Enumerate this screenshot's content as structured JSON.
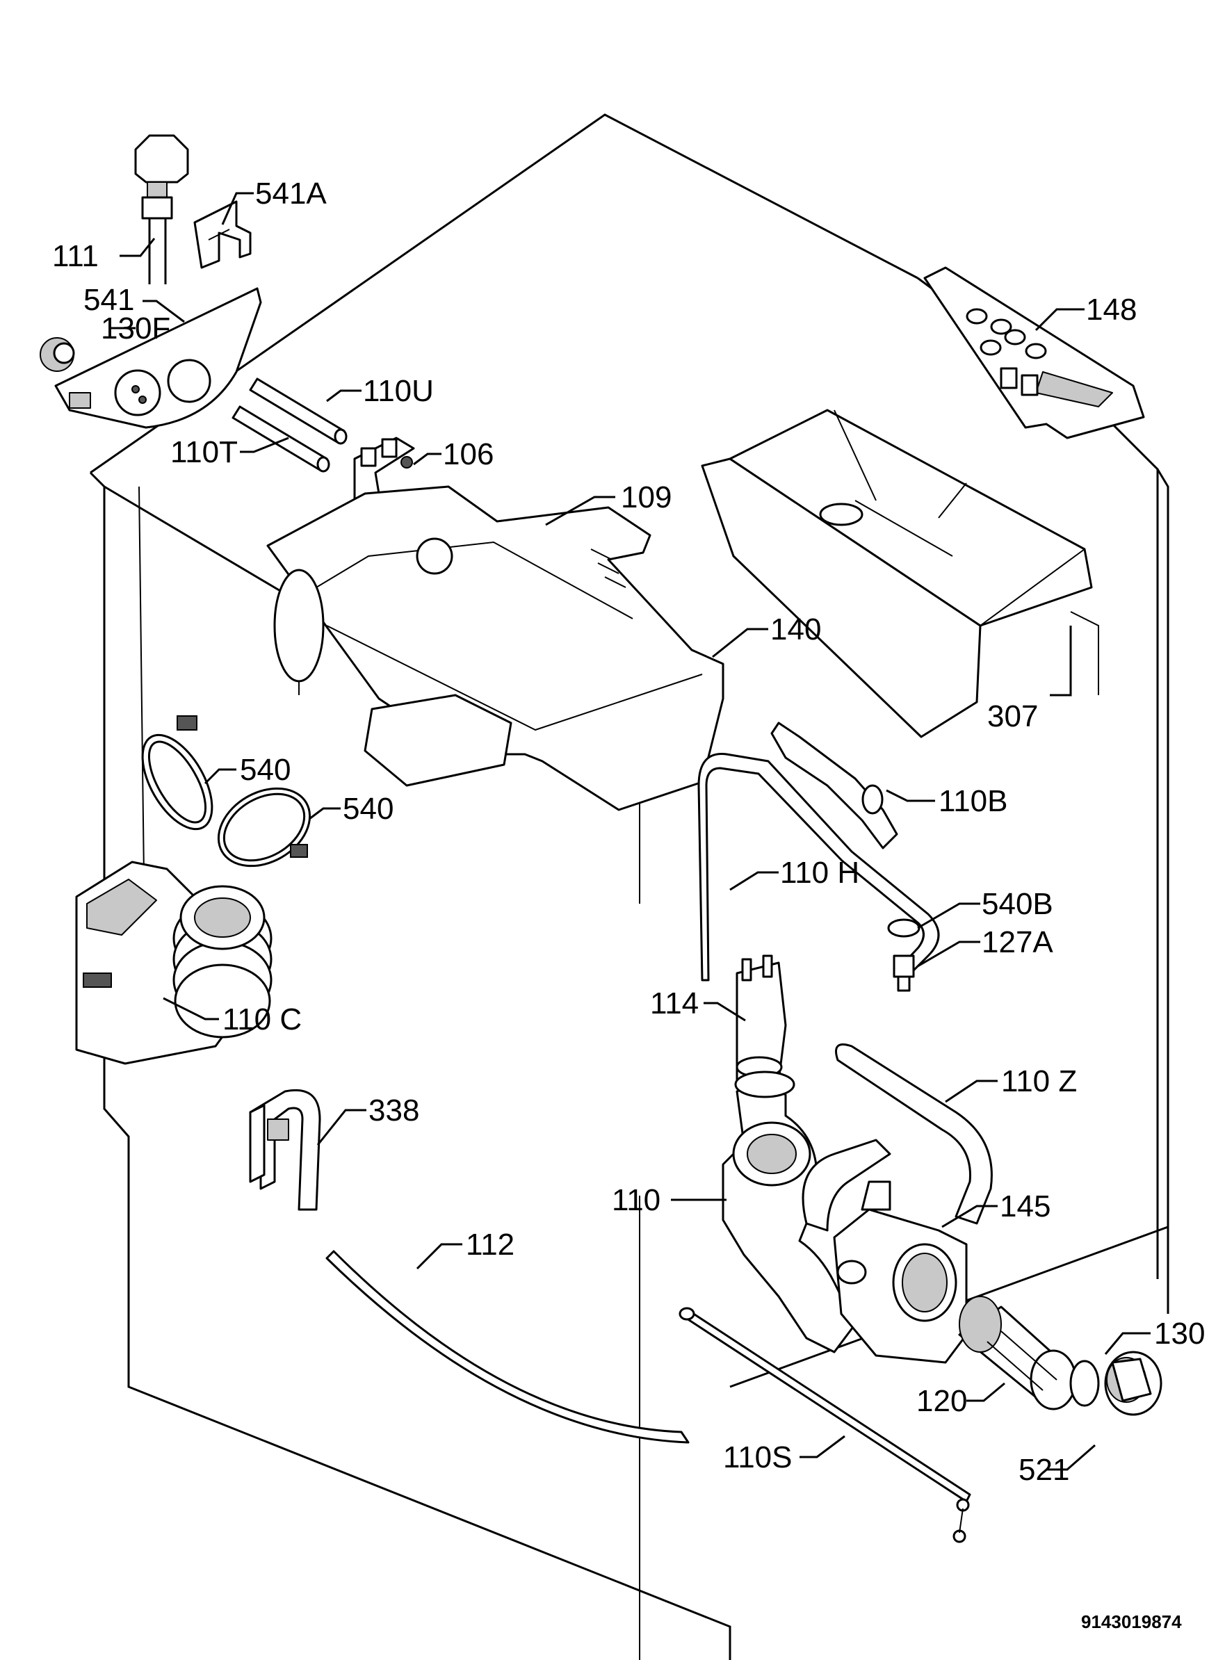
{
  "labels": [
    "541A",
    "111",
    "541",
    "130F",
    "110U",
    "110T",
    "106",
    "109",
    "148",
    "140",
    "307",
    "540",
    "540",
    "110B",
    "110 H",
    "540B",
    "127A",
    "110 C",
    "114",
    "110 Z",
    "338",
    "110",
    "145",
    "112",
    "130",
    "120",
    "521",
    "110S"
  ],
  "drawing_code": "9143019874"
}
